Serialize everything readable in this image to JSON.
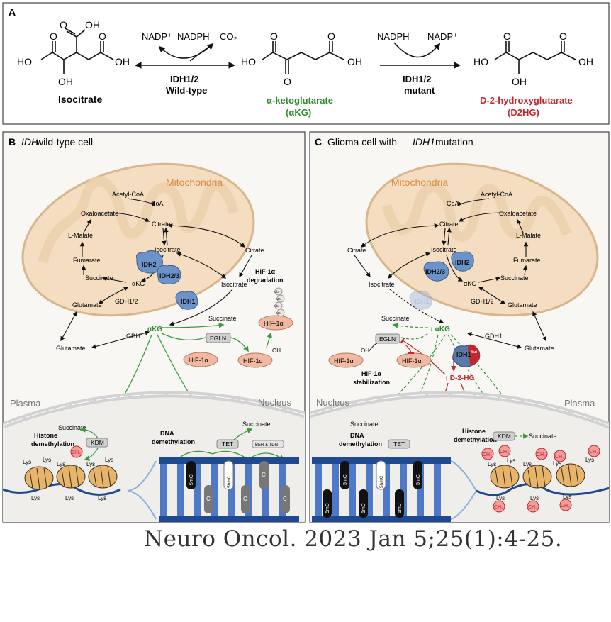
{
  "panel_a": {
    "letter": "A",
    "isocitrate": "Isocitrate",
    "akg_name": "α-ketoglutarate",
    "akg_abbr": "(αKG)",
    "d2hg_name": "D-2-hydroxyglutarate",
    "d2hg_abbr": "(D2HG)",
    "wt_enzyme": "IDH1/2",
    "wt_label": "Wild-type",
    "mut_enzyme": "IDH1/2",
    "mut_label": "mutant",
    "nadp_plus_1": "NADP⁺",
    "nadph_1": "NADPH",
    "co2": "CO₂",
    "nadph_2": "NADPH",
    "nadp_plus_2": "NADP⁺",
    "oh": "OH",
    "ho": "HO",
    "o": "O",
    "colors": {
      "akg": "#2e8b2e",
      "d2hg": "#c0282d"
    }
  },
  "panel_b": {
    "letter": "B",
    "title_italic": "IDH",
    "title_rest": " wild-type cell",
    "mitochondria": "Mitochondria",
    "acetyl_coa": "Acetyl-CoA",
    "coa": "CoA",
    "oxaloacetate": "Oxaloacetate",
    "citrate": "Citrate",
    "l_malate": "L-Malate",
    "isocitrate": "Isocitrate",
    "fumarate": "Fumarate",
    "succinate": "Succinate",
    "akg": "αKG",
    "glutamate": "Glutamate",
    "gdh12": "GDH1/2",
    "idh2": "IDH2",
    "idh23": "IDH2/3",
    "citrate_cyto": "Citrate",
    "isocitrate_cyto": "Isocitrate",
    "idh1": "IDH1",
    "akg_cyto": "αKG",
    "succinate_cyto": "Succinate",
    "egln": "EGLN",
    "gdh1": "GDH1",
    "glutamate_cyto": "Glutamate",
    "hif1a": "HIF-1α",
    "hif1a_oh": "HIF-1α",
    "oh": "OH",
    "hif1a_ub": "HIF-1α",
    "ub": "Ub",
    "hif_degradation_1": "HIF-1α",
    "hif_degradation_2": "degradation",
    "plasma": "Plasma",
    "nucleus": "Nucleus",
    "histone_demeth_1": "Histone",
    "histone_demeth_2": "demethylation",
    "kdm": "KDM",
    "succinate_kdm": "Succinate",
    "dna_demeth_1": "DNA",
    "dna_demeth_2": "demethylation",
    "tet": "TET",
    "succinate_tet": "Succinate",
    "ber": "BER & TDG",
    "ch3": "CH₃",
    "lys": "Lys",
    "mc5": "5mC",
    "hmc5": "5hmC",
    "c": "C"
  },
  "panel_c": {
    "letter": "C",
    "title_rest": "Glioma cell with ",
    "title_italic": "IDH1",
    "title_tail": " mutation",
    "mitochondria": "Mitochondria",
    "acetyl_coa": "Acetyl-CoA",
    "coa": "CoA",
    "oxaloacetate": "Oxaloacetate",
    "citrate": "Citrate",
    "l_malate": "L-Malate",
    "isocitrate": "Isocitrate",
    "fumarate": "Fumarate",
    "succinate": "Succinate",
    "akg": "αKG",
    "glutamate": "Glutamate",
    "gdh12": "GDH1/2",
    "idh23": "IDH2/3",
    "idh2": "IDH2",
    "citrate_cyto": "Citrate",
    "isocitrate_cyto": "Isocitrate",
    "idh1": "IDH1",
    "succinate_cyto": "Succinate",
    "akg_cyto": "↓ αKG",
    "egln": "EGLN",
    "gdh1": "GDH1",
    "glutamate_cyto": "Glutamate",
    "idh1_mut": "IDH1",
    "mut_sup": "Mut",
    "d2hg": "↑ D-2-HG",
    "hif1a": "HIF-1α",
    "hif1a_2": "HIF-1α",
    "oh": "OH",
    "hif_stab_1": "HIF-1α",
    "hif_stab_2": "stabilization",
    "nucleus": "Nucleus",
    "plasma": "Plasma",
    "succinate_tet": "Succinate",
    "dna_demeth_1": "DNA",
    "dna_demeth_2": "demethylation",
    "tet": "TET",
    "histone_demeth_1": "Histone",
    "histone_demeth_2": "demethylation",
    "kdm": "KDM",
    "succinate_kdm": "Succinate",
    "ch3": "CH₃",
    "lys": "Lys",
    "mc5": "5mC",
    "hmc5": "5hmC"
  },
  "citation": "Neuro Oncol. 2023 Jan 5;25(1):4-25."
}
